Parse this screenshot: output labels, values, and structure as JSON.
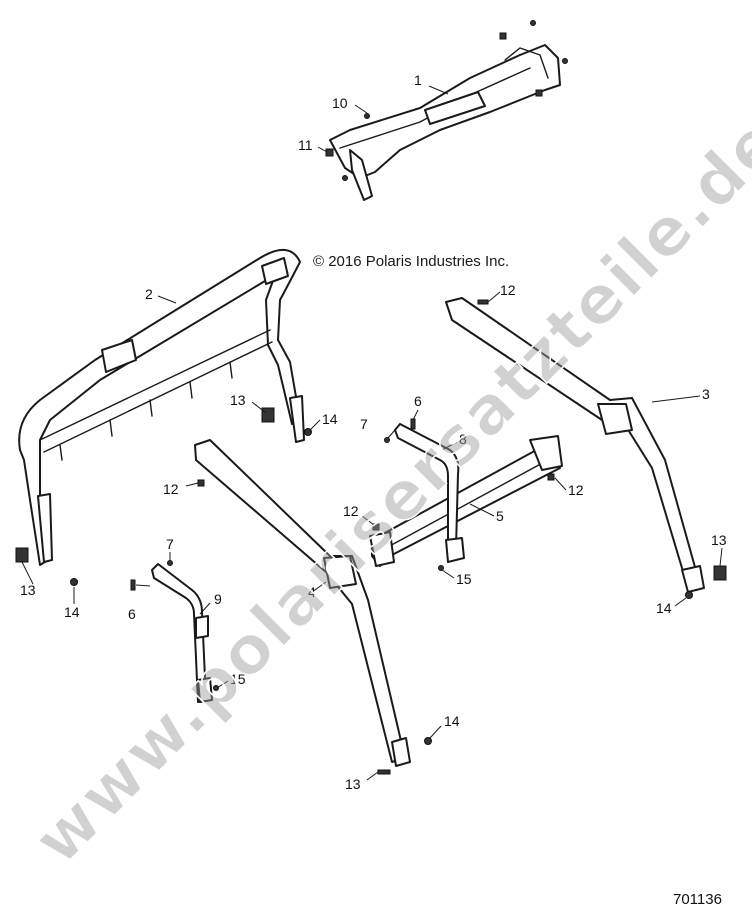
{
  "copyright": "© 2016 Polaris Industries Inc.",
  "document_number": "701136",
  "watermark": "www.polarisersatzteile.de",
  "callouts": {
    "c1": "1",
    "c2": "2",
    "c3": "3",
    "c4": "4",
    "c5": "5",
    "c6a": "6",
    "c6b": "6",
    "c7a": "7",
    "c7b": "7",
    "c8": "8",
    "c9": "9",
    "c10": "10",
    "c11": "11",
    "c12a": "12",
    "c12b": "12",
    "c12c": "12",
    "c12d": "12",
    "c13a": "13",
    "c13b": "13",
    "c13c": "13",
    "c13d": "13",
    "c14a": "14",
    "c14b": "14",
    "c14c": "14",
    "c14d": "14",
    "c15a": "15",
    "c15b": "15"
  },
  "colors": {
    "line": "#1a1a1a",
    "watermark": "#9a9a9a",
    "background": "#ffffff"
  }
}
